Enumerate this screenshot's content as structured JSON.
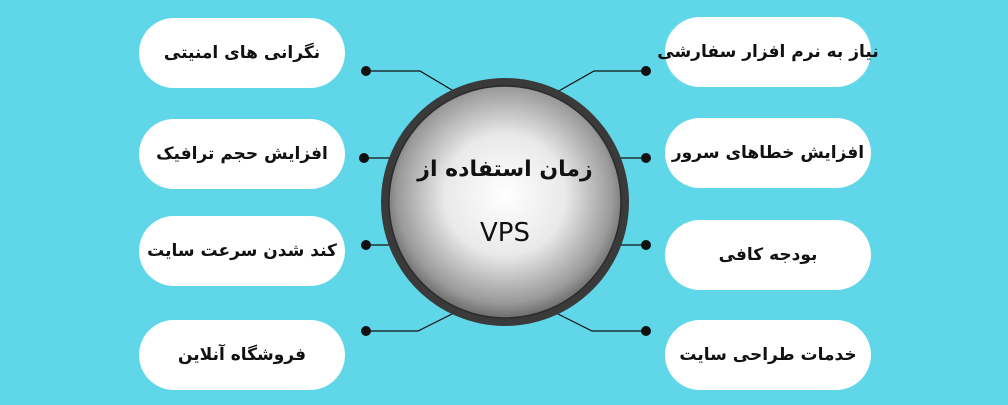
{
  "center": {
    "title": "زمان استفاده از",
    "subtitle": "VPS"
  },
  "left_items": [
    "نگرانی های امنیتی",
    "افزایش حجم ترافیک",
    "کند شدن سرعت سایت",
    "فروشگاه آنلاین"
  ],
  "right_items": [
    "نیاز به نرم افزار سفارشی",
    "افزایش خطاهای سرور",
    "بودجه کافی",
    "خدمات طراحی سایت"
  ],
  "colors": {
    "background": "#5fd7e8",
    "pill": "#ffffff",
    "connector": "#111111",
    "circle_border": "#2b2b2b"
  }
}
